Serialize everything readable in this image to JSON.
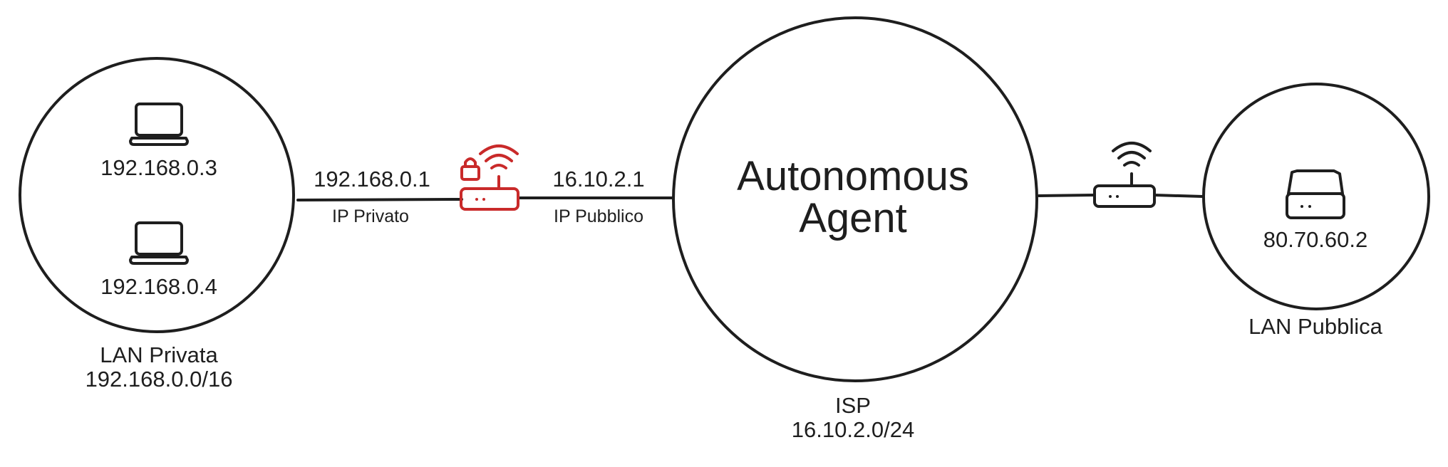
{
  "colors": {
    "stroke": "#1e1e1e",
    "accent": "#c92a2a",
    "background": "#ffffff"
  },
  "private_lan": {
    "label": "LAN Privata",
    "subnet": "192.168.0.0/16",
    "hosts": [
      {
        "icon": "laptop-icon",
        "ip": "192.168.0.3"
      },
      {
        "icon": "laptop-icon",
        "ip": "192.168.0.4"
      }
    ]
  },
  "nat_router": {
    "icon": "locked-wifi-router-icon",
    "private_ip": "192.168.0.1",
    "private_caption": "IP Privato",
    "public_ip": "16.10.2.1",
    "public_caption": "IP Pubblico"
  },
  "isp": {
    "title_line1": "Autonomous",
    "title_line2": "Agent",
    "label": "ISP",
    "subnet": "16.10.2.0/24"
  },
  "public_router": {
    "icon": "wifi-router-icon"
  },
  "public_lan": {
    "label": "LAN Pubblica",
    "server": {
      "icon": "server-icon",
      "ip": "80.70.60.2"
    }
  }
}
